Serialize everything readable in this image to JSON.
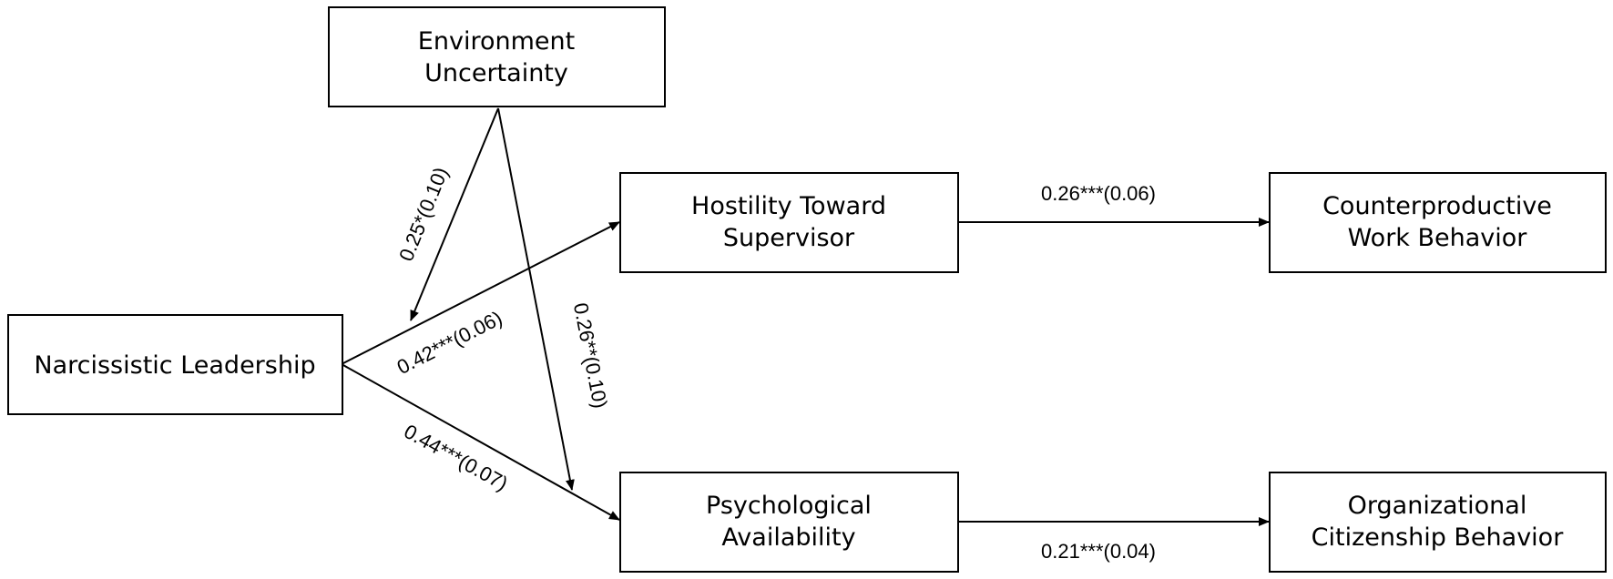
{
  "nodes": {
    "environment_uncertainty": {
      "line1": "Environment",
      "line2": "Uncertainty"
    },
    "narcissistic_leadership": {
      "line1": "Narcissistic Leadership"
    },
    "hostility_toward_supervisor": {
      "line1": "Hostility Toward",
      "line2": "Supervisor"
    },
    "psychological_availability": {
      "line1": "Psychological",
      "line2": "Availability"
    },
    "counterproductive_work_behavior": {
      "line1": "Counterproductive",
      "line2": "Work Behavior"
    },
    "organizational_citizenship_behavior": {
      "line1": "Organizational",
      "line2": "Citizenship Behavior"
    }
  },
  "paths": {
    "eu_moderation_hostility": "0.25*(0.10)",
    "eu_moderation_availability": "0.26**(0.10)",
    "nl_to_hostility": "0.42***(0.06)",
    "nl_to_availability": "0.44***(0.07)",
    "hostility_to_cwb": "0.26***(0.06)",
    "availability_to_ocb": "0.21***(0.04)"
  },
  "colors": {
    "stroke": "#000000",
    "background": "#ffffff"
  }
}
